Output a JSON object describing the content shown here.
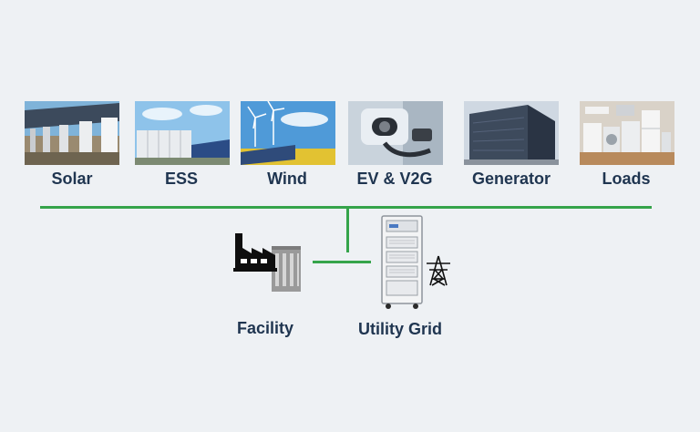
{
  "sources": [
    {
      "id": "solar",
      "label": "Solar",
      "image": "solar-inverters-photo"
    },
    {
      "id": "ess",
      "label": "ESS",
      "image": "battery-storage-photo"
    },
    {
      "id": "wind",
      "label": "Wind",
      "image": "wind-turbines-photo"
    },
    {
      "id": "ev",
      "label": "EV & V2G",
      "image": "ev-charger-photo"
    },
    {
      "id": "generator",
      "label": "Generator",
      "image": "generator-building-photo"
    },
    {
      "id": "loads",
      "label": "Loads",
      "image": "home-appliances-photo"
    }
  ],
  "bottom": {
    "facility_label": "Facility",
    "utility_label": "Utility Grid"
  },
  "icons": {
    "facility": "factory-icon",
    "cabinet": "power-cabinet-icon",
    "grid": "transmission-tower-icon"
  },
  "colors": {
    "bus_line": "#35a44a",
    "label_text": "#1f3550",
    "background": "#eef1f4"
  }
}
